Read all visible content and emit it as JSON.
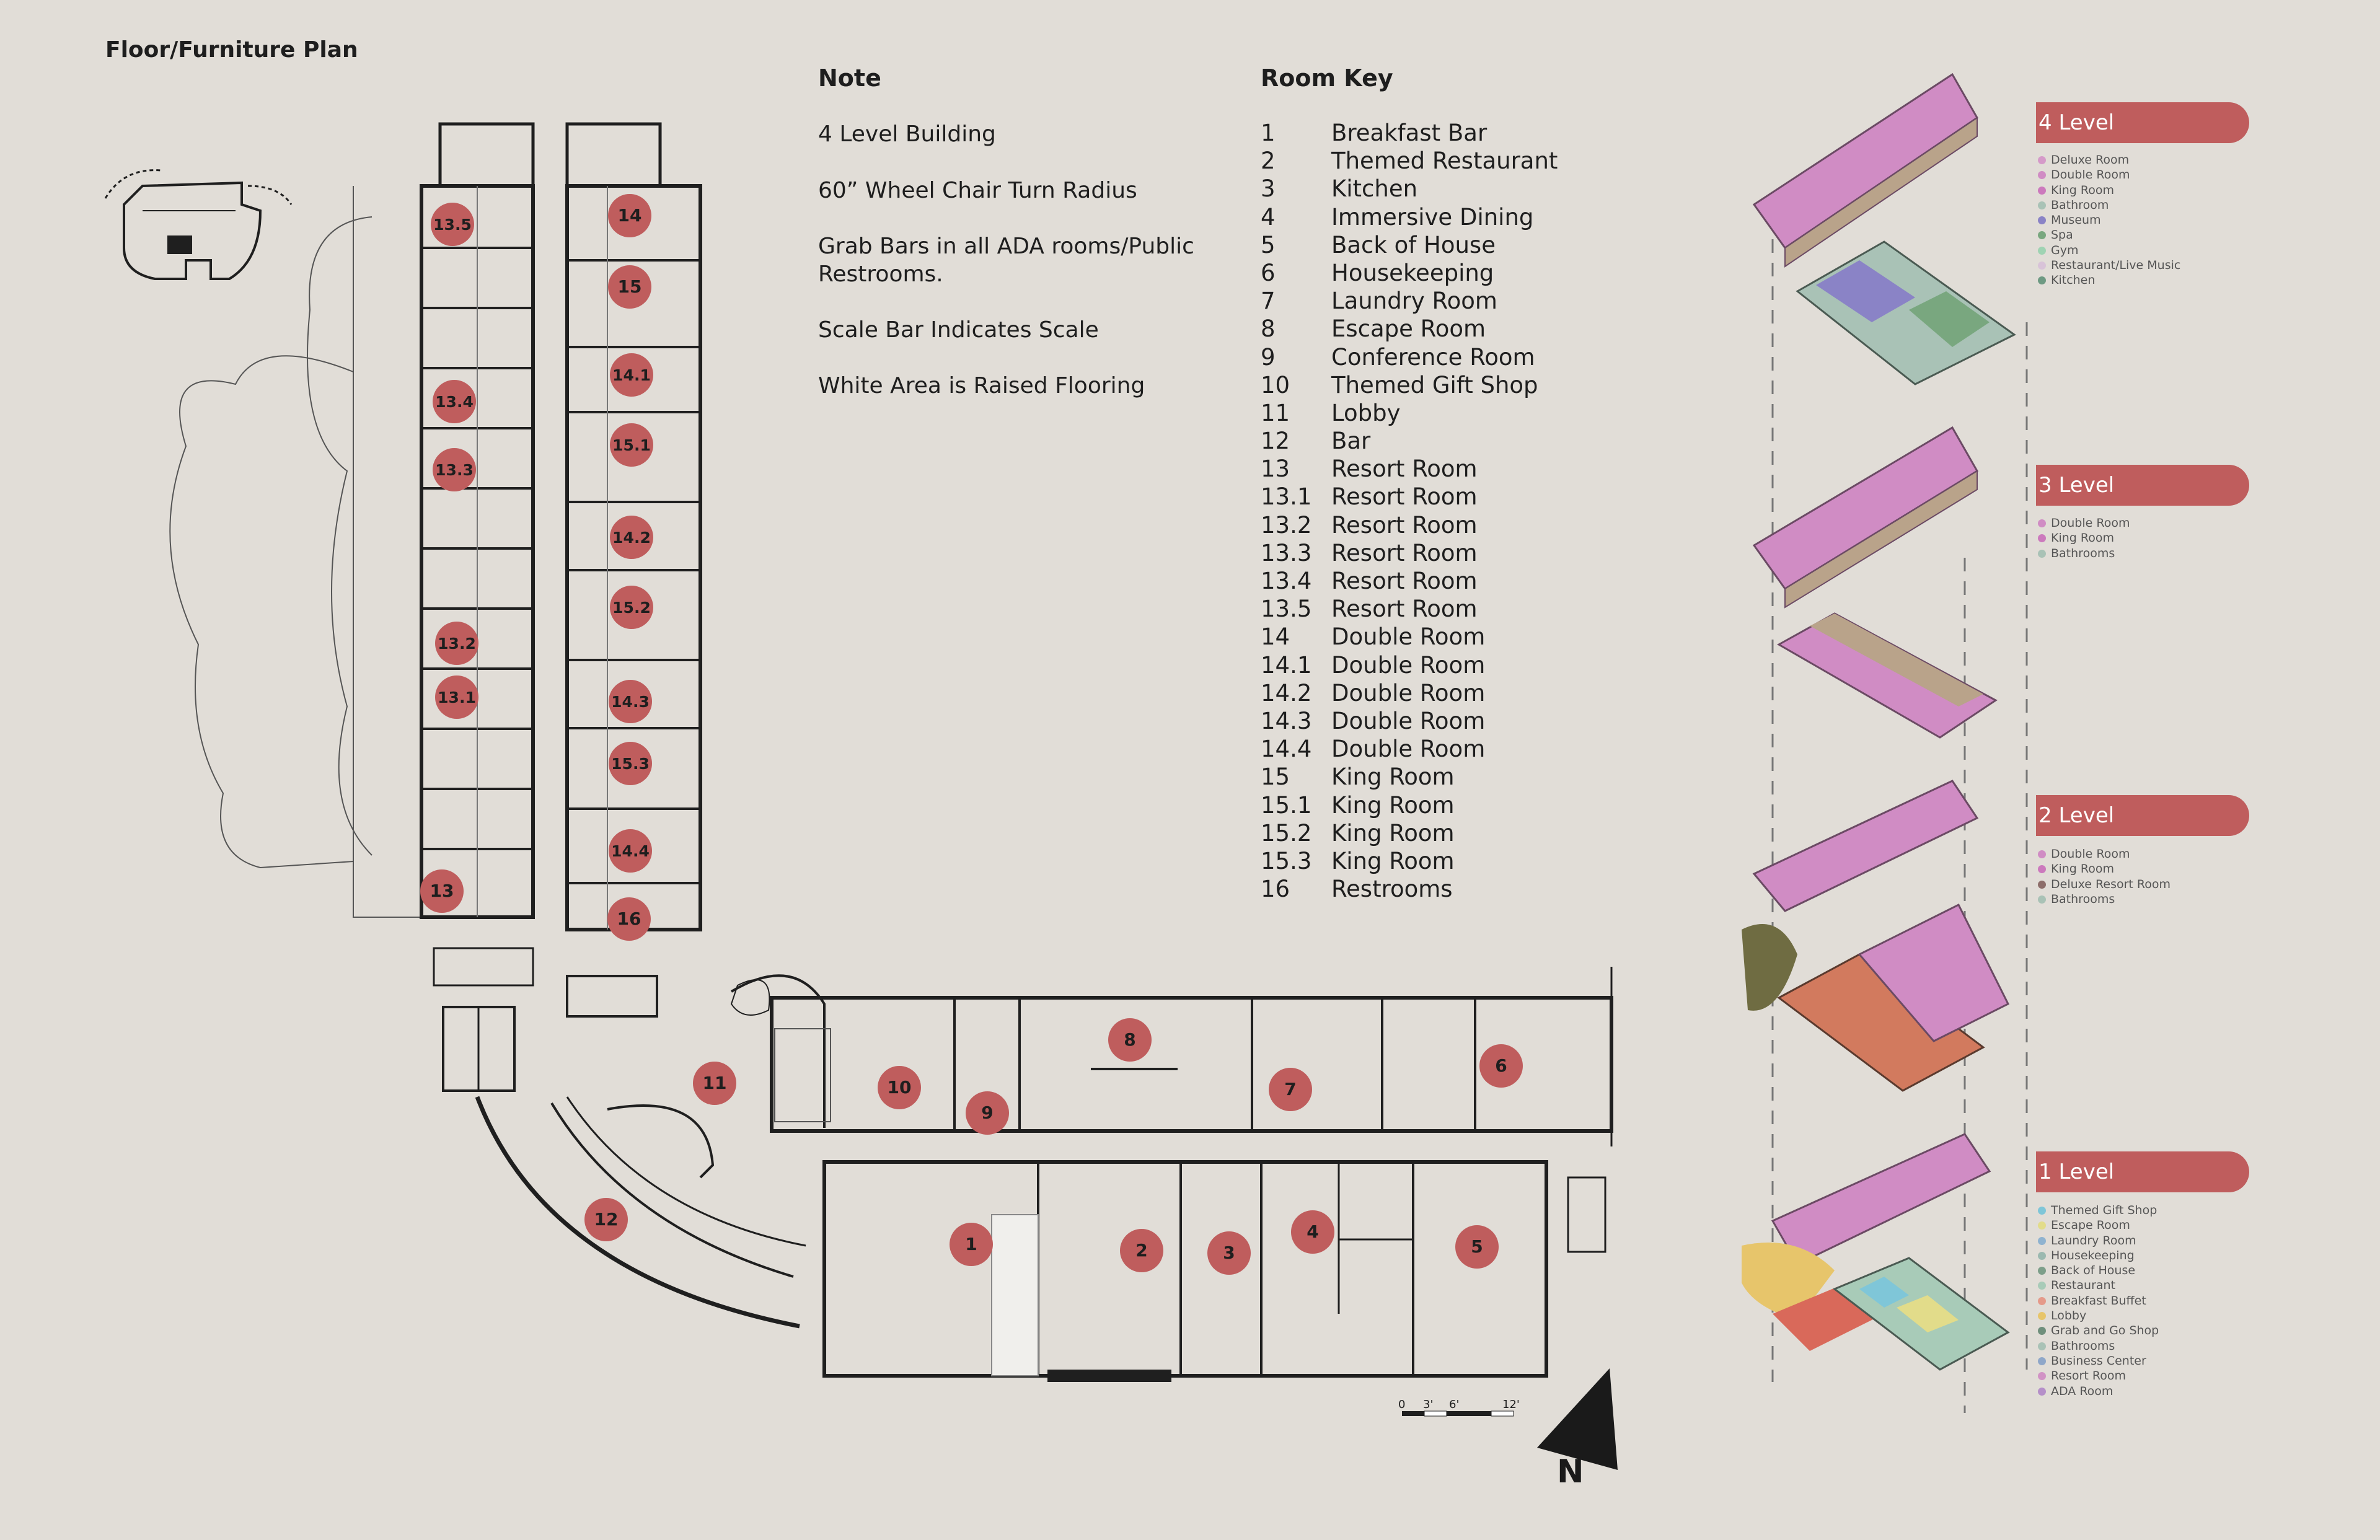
{
  "title": "Floor/Furniture Plan",
  "notes": {
    "heading": "Note",
    "items": [
      "4 Level Building",
      "60” Wheel Chair Turn Radius",
      "Grab Bars in all ADA rooms/Public Restrooms.",
      "Scale Bar Indicates Scale",
      "White Area is Raised Flooring"
    ]
  },
  "room_key": {
    "heading": "Room Key",
    "items": [
      {
        "num": "1",
        "name": "Breakfast Bar"
      },
      {
        "num": "2",
        "name": "Themed Restaurant"
      },
      {
        "num": "3",
        "name": "Kitchen"
      },
      {
        "num": "4",
        "name": "Immersive Dining"
      },
      {
        "num": "5",
        "name": "Back of House"
      },
      {
        "num": "6",
        "name": "Housekeeping"
      },
      {
        "num": "7",
        "name": "Laundry Room"
      },
      {
        "num": "8",
        "name": "Escape Room"
      },
      {
        "num": "9",
        "name": "Conference Room"
      },
      {
        "num": "10",
        "name": "Themed Gift Shop"
      },
      {
        "num": "11",
        "name": "Lobby"
      },
      {
        "num": "12",
        "name": "Bar"
      },
      {
        "num": "13",
        "name": "Resort Room"
      },
      {
        "num": "13.1",
        "name": "Resort Room"
      },
      {
        "num": "13.2",
        "name": "Resort Room"
      },
      {
        "num": "13.3",
        "name": "Resort Room"
      },
      {
        "num": "13.4",
        "name": "Resort Room"
      },
      {
        "num": "13.5",
        "name": "Resort Room"
      },
      {
        "num": "14",
        "name": "Double Room"
      },
      {
        "num": "14.1",
        "name": "Double Room"
      },
      {
        "num": "14.2",
        "name": "Double Room"
      },
      {
        "num": "14.3",
        "name": "Double Room"
      },
      {
        "num": "14.4",
        "name": "Double Room"
      },
      {
        "num": "15",
        "name": "King Room"
      },
      {
        "num": "15.1",
        "name": "King Room"
      },
      {
        "num": "15.2",
        "name": "King Room"
      },
      {
        "num": "15.3",
        "name": "King Room"
      },
      {
        "num": "16",
        "name": "Restrooms"
      }
    ]
  },
  "plan_markers": [
    "1",
    "2",
    "3",
    "4",
    "5",
    "6",
    "7",
    "8",
    "9",
    "10",
    "11",
    "12",
    "13",
    "13.1",
    "13.2",
    "13.3",
    "13.4",
    "13.5",
    "14",
    "14.1",
    "14.2",
    "14.3",
    "14.4",
    "15",
    "15.1",
    "15.2",
    "15.3",
    "16"
  ],
  "scale_bar": {
    "labels": [
      "0",
      "3'",
      "6'",
      "12'"
    ]
  },
  "north_label": "N",
  "marker_color": "#bf5d5d",
  "levels": [
    {
      "label": "4 Level",
      "legend": [
        {
          "name": "Deluxe Room",
          "color": "#d59ac9"
        },
        {
          "name": "Double Room",
          "color": "#d08cc4"
        },
        {
          "name": "King Room",
          "color": "#cc79bd"
        },
        {
          "name": "Bathroom",
          "color": "#a9c2b6"
        },
        {
          "name": "Museum",
          "color": "#8a83c6"
        },
        {
          "name": "Spa",
          "color": "#79a77f"
        },
        {
          "name": "Gym",
          "color": "#9fd3b3"
        },
        {
          "name": "Restaurant/Live Music",
          "color": "#d8c3d8"
        },
        {
          "name": "Kitchen",
          "color": "#6e9a83"
        }
      ]
    },
    {
      "label": "3 Level",
      "legend": [
        {
          "name": "Double Room",
          "color": "#d08cc4"
        },
        {
          "name": "King Room",
          "color": "#cc79bd"
        },
        {
          "name": "Bathrooms",
          "color": "#a9c2b6"
        }
      ]
    },
    {
      "label": "2 Level",
      "legend": [
        {
          "name": "Double Room",
          "color": "#d08cc4"
        },
        {
          "name": "King Room",
          "color": "#cc79bd"
        },
        {
          "name": "Deluxe Resort Room",
          "color": "#8d6e6a"
        },
        {
          "name": "Bathrooms",
          "color": "#a9c2b6"
        }
      ]
    },
    {
      "label": "1 Level",
      "legend": [
        {
          "name": "Themed Gift Shop",
          "color": "#7fc6d8"
        },
        {
          "name": "Escape Room",
          "color": "#e2dc8a"
        },
        {
          "name": "Laundry Room",
          "color": "#8fb3d0"
        },
        {
          "name": "Housekeeping",
          "color": "#9bb9b0"
        },
        {
          "name": "Back of House",
          "color": "#7d9f8a"
        },
        {
          "name": "Restaurant",
          "color": "#a8cbb8"
        },
        {
          "name": "Breakfast Buffet",
          "color": "#e59a8a"
        },
        {
          "name": "Lobby",
          "color": "#e7c56b"
        },
        {
          "name": "Grab and Go Shop",
          "color": "#6f8f7c"
        },
        {
          "name": "Bathrooms",
          "color": "#a9c2b6"
        },
        {
          "name": "Business Center",
          "color": "#8fa7c9"
        },
        {
          "name": "Resort Room",
          "color": "#d193c5"
        },
        {
          "name": "ADA Room",
          "color": "#b58fc9"
        }
      ]
    }
  ]
}
